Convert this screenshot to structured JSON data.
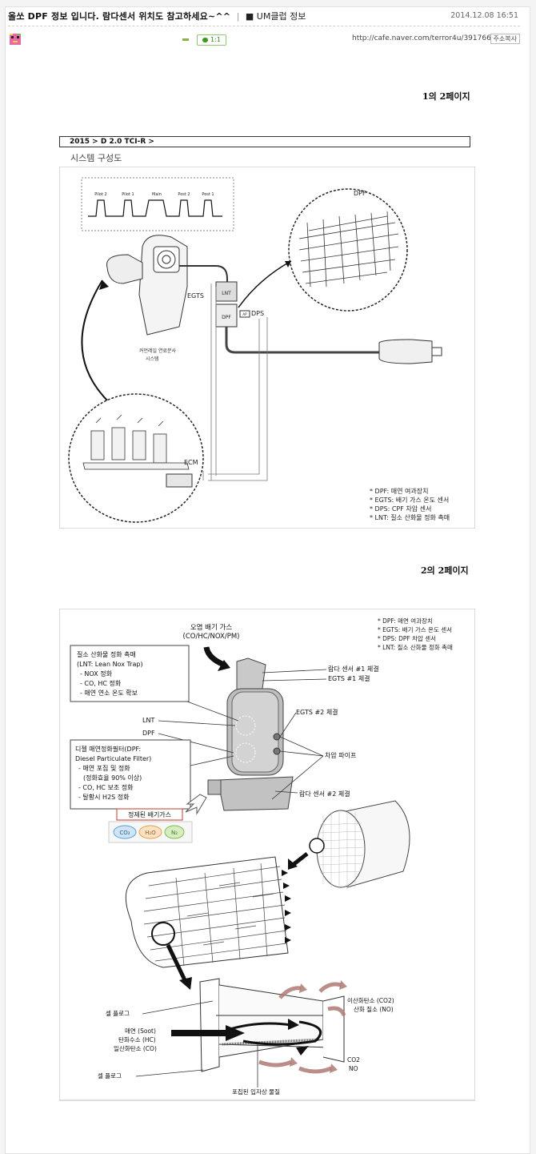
{
  "post": {
    "title": "올쏘 DPF 정보 입니다. 람다센서 위치도 참고하세요~^^",
    "category_sep": "|",
    "category": "■ UM클럽 정보",
    "date": "2014.12.08 16:51",
    "comment_count": "1:1",
    "url": "http://cafe.naver.com/terror4u/391766",
    "copy_address": "주소복사"
  },
  "page1": {
    "label": "1의 2페이지",
    "bar_text": "2015 > D 2.0 TCI-R >",
    "system_title": "시스템 구성도",
    "pulses": [
      "Pilot 2",
      "Pilot 1",
      "Main",
      "Post 2",
      "Post 1"
    ],
    "dpf": "DPF",
    "egts": "EGTS",
    "lnt": "LNT",
    "dpf_box": "DPF",
    "dps": "DPS",
    "dps_tag": "AP",
    "engine_label_1": "커먼레일 연료분사",
    "engine_label_2": "시스템",
    "ecm": "ECM",
    "notes": [
      "* DPF: 매연 여과장치",
      "* EGTS: 배기 가스 온도 센서",
      "* DPS: CPF 차압 센서",
      "* LNT: 질소 산화물 정화 촉매"
    ]
  },
  "page2": {
    "label": "2의 2페이지",
    "notes": [
      "* DPF: 매연 여과장치",
      "* EGTS: 배기 가스 온도 센서",
      "* DPS: DPF 차압 센서",
      "* LNT: 질소 산화물 정화 촉매"
    ],
    "polluted_gas_1": "오염 배기 가스",
    "polluted_gas_2": "(CO/HC/NOX/PM)",
    "lnt_box": [
      "질소 산화물 정화 촉매",
      "(LNT: Lean Nox Trap)",
      "- NOX 정화",
      "- CO, HC 정화",
      "- 매연 연소 온도 확보"
    ],
    "lambda1": "람다 센서 #1 체결",
    "egts1": "EGTS #1 체결",
    "egts2": "EGTS #2 체결",
    "lnt": "LNT",
    "dpf": "DPF",
    "dpf_box": [
      "디젤 매연정화필터(DPF:",
      "Diesel Particulate Filter)",
      "- 매연 포집 및 정화",
      "(정화효율 90% 이상)",
      "- CO, HC 보조 정화",
      "- 탈황시 H2S 정화"
    ],
    "pressure_pipe": "차압 파이프",
    "lambda2": "람다 센서 #2 체결",
    "clean_gas": "정제된 배기가스",
    "co2": "CO₂",
    "h2o": "H₂O",
    "n2": "N₂",
    "cell_plug_1": "셀 플로그",
    "soot": "매연 (Soot)",
    "hc": "탄화수소 (HC)",
    "co": "일산화탄소 (CO)",
    "cell_plug_2": "셀 플로그",
    "co2_out_1": "이산화탄소 (CO2)",
    "co2_out_2": "산화 질소 (NO)",
    "co2_small": "CO2",
    "no_small": "NO",
    "trapped": "포집된 입자상 물질"
  },
  "colors": {
    "comment_green": "#3a9b1e",
    "avatar_pink": "#e86aa4",
    "red_box": "#c0392b",
    "co2_blue": "#5aa0d8",
    "h2o_orange": "#e8a04a",
    "n2_green": "#7bbf4a",
    "heat_arrow": "#b07a74"
  }
}
